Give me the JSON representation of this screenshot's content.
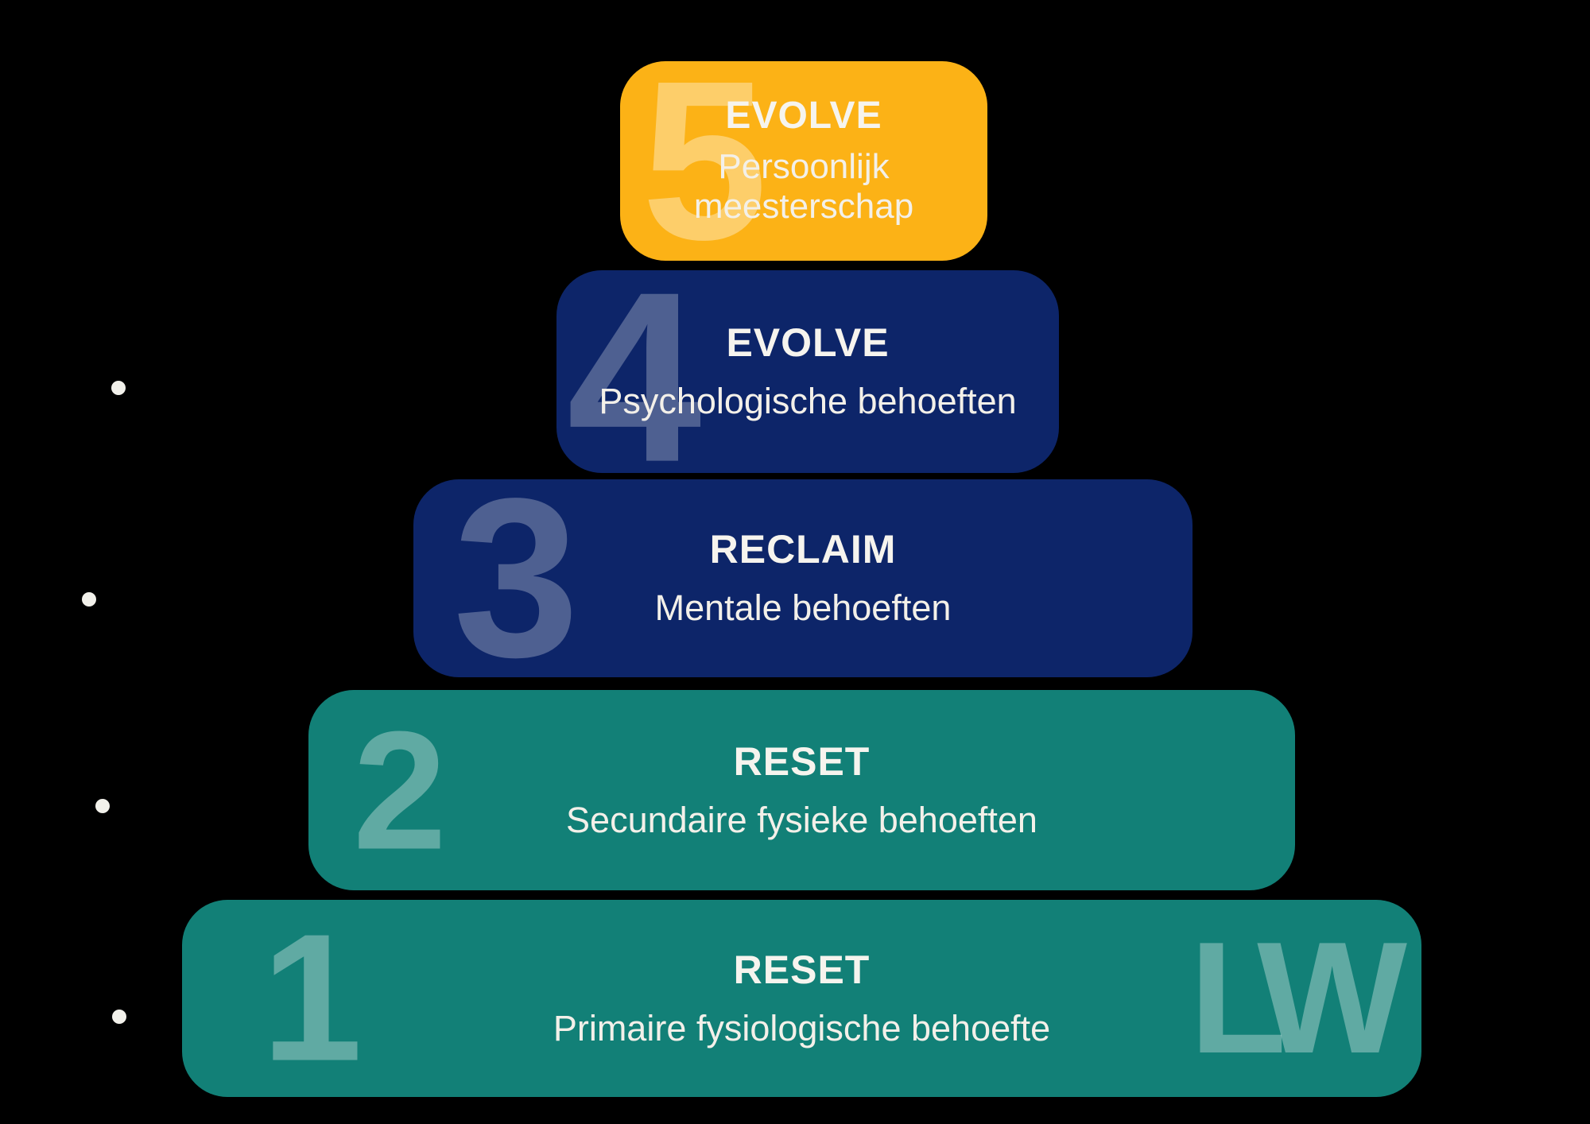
{
  "diagram": {
    "type": "needs-pyramid",
    "background": "#000000"
  },
  "levels": [
    {
      "number": "5",
      "title": "EVOLVE",
      "subtitle": "Persoonlijk meesterschap",
      "box_color": "#FCB216",
      "number_color": "#FDCD6B"
    },
    {
      "number": "4",
      "title": "EVOLVE",
      "subtitle": "Psychologische behoeften",
      "box_color": "#0D2569",
      "number_color": "#505D8C"
    },
    {
      "number": "3",
      "title": "RECLAIM",
      "subtitle": "Mentale behoeften",
      "box_color": "#0D2569",
      "number_color": "#505D8C"
    },
    {
      "number": "2",
      "title": "RESET",
      "subtitle": "Secundaire fysieke behoeften",
      "box_color": "#128077",
      "number_color": "#61A49D"
    },
    {
      "number": "1",
      "title": "RESET",
      "subtitle": "Primaire fysiologische behoefte",
      "box_color": "#128077",
      "number_color": "#61A49D"
    }
  ],
  "logo": {
    "text": "LW"
  },
  "bullet_dots": {
    "count": 4,
    "color": "#F2F1EB"
  },
  "colors": {
    "yellow": "#FCB216",
    "navy": "#0D2569",
    "teal": "#128077",
    "text": "#F5F3EC",
    "background": "#000000"
  }
}
